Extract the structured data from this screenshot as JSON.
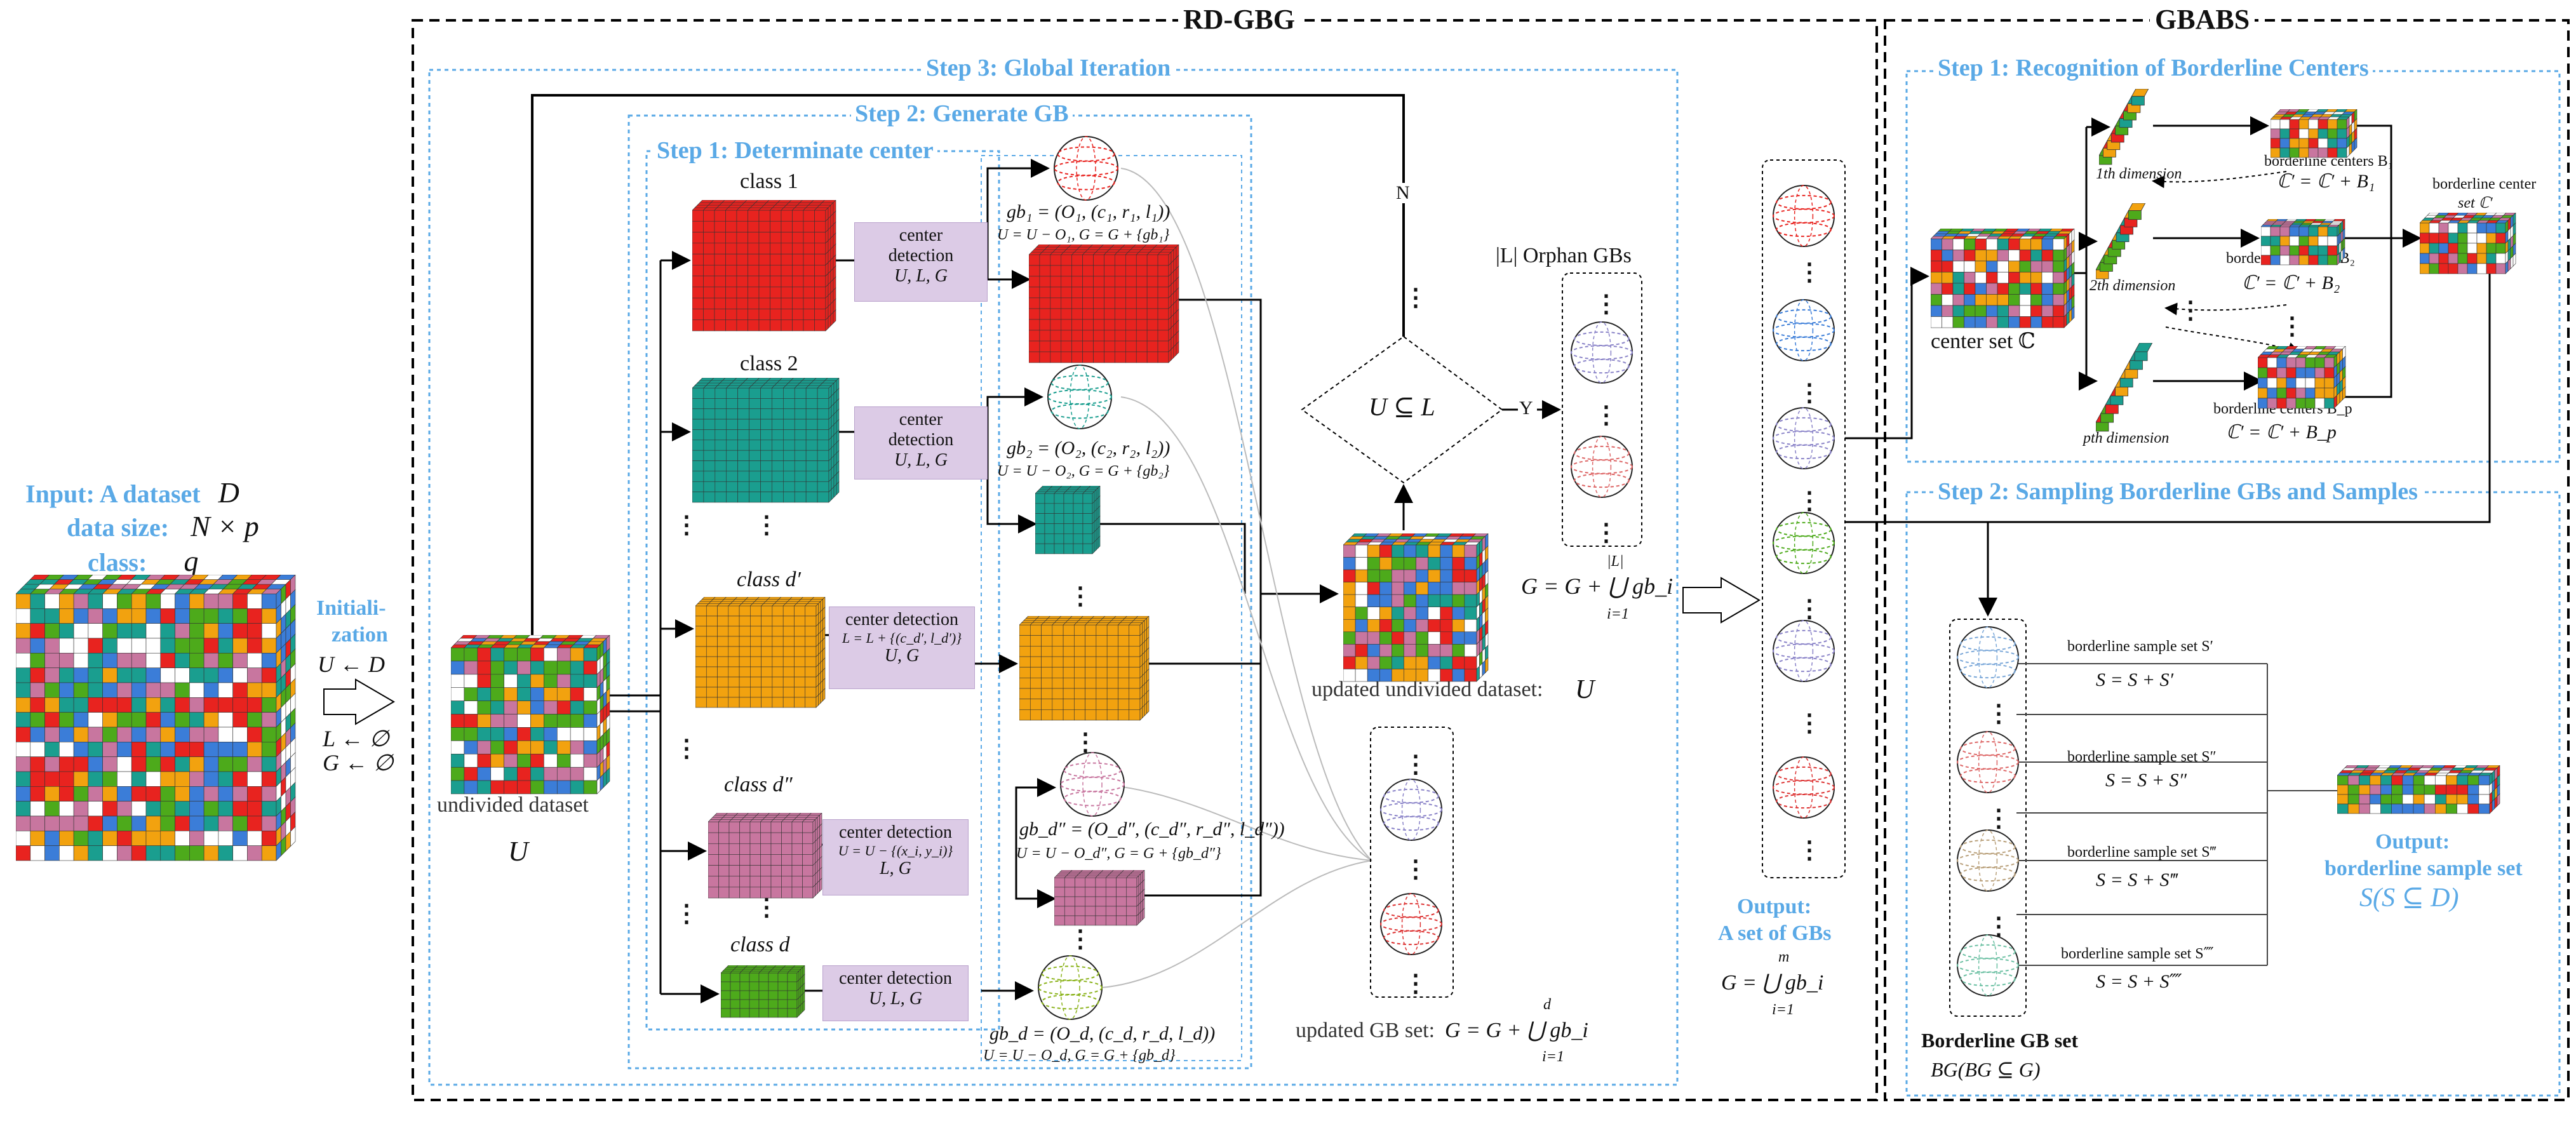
{
  "sections": {
    "rdgbg": "RD-GBG",
    "gbabs": "GBABS"
  },
  "rdgbg": {
    "step3": "Step 3: Global Iteration",
    "step2": "Step 2: Generate GB",
    "step1": "Step 1: Determinate center",
    "input": {
      "title": "Input: A dataset",
      "title_var": "D",
      "size": "data size:",
      "size_var": "N × p",
      "cls": "class:",
      "cls_var": "q"
    },
    "init": {
      "label": "Initiali-",
      "label2": "zation",
      "eq1": "U ← D",
      "eq2": "L ← ∅",
      "eq3": "G ← ∅"
    },
    "undivided": {
      "label": "undivided dataset",
      "var": "U"
    },
    "classes": [
      "class 1",
      "class 2",
      "class d′",
      "class d″",
      "class d"
    ],
    "boxes": [
      {
        "l1": "center",
        "l2": "detection",
        "l3": "U, L, G"
      },
      {
        "l1": "center",
        "l2": "detection",
        "l3": "U, L, G"
      },
      {
        "l1": "center detection",
        "l2": "L = L + {(c_d′, l_d′)}",
        "l3": "U, G"
      },
      {
        "l1": "center detection",
        "l2": "U = U − {(x_i, y_i)}",
        "l3": "L, G"
      },
      {
        "l1": "center detection",
        "l2": "U, L, G",
        "l3": ""
      }
    ],
    "gbs": [
      {
        "e1": "gb₁ = (O₁, (c₁, r₁, l₁))",
        "e2": "U = U − O₁, G = G + {gb₁}"
      },
      {
        "e1": "gb₂ = (O₂, (c₂, r₂, l₂))",
        "e2": "U = U − O₂, G = G + {gb₂}"
      },
      {
        "e1": "gb_d″ = (O_d″, (c_d″, r_d″, l_d″))",
        "e2": "U = U − O_d″, G = G + {gb_d″}"
      },
      {
        "e1": "gb_d = (O_d, (c_d, r_d, l_d))",
        "e2": "U = U − O_d,   G = G + {gb_d}"
      }
    ],
    "decision": {
      "cond": "U ⊆ L",
      "yes": "Y",
      "no": "N"
    },
    "orphan": {
      "label": "|L|  Orphan GBs"
    },
    "g_update": "G = G + ⋃ gb_i",
    "g_update_top": "|L|",
    "g_update_bot": "i=1",
    "updated_undivided": "updated undivided dataset:",
    "updated_undivided_var": "U",
    "updated_gb": "updated GB set:",
    "updated_gb_eq": "G = G + ⋃ gb_i",
    "updated_gb_top": "d",
    "updated_gb_bot": "i=1",
    "dots": "⋮"
  },
  "output": {
    "line1": "Output:",
    "line2": "A set of GBs",
    "eq": "G = ⋃ gb_i",
    "top": "m",
    "bot": "i=1"
  },
  "gbabs": {
    "step1": "Step 1: Recognition of Borderline Centers",
    "step2": "Step 2: Sampling Borderline GBs and Samples",
    "center_set": "center set ℂ",
    "dims": [
      "1th dimension",
      "2th dimension",
      "pth dimension"
    ],
    "bcenters": [
      {
        "l1": "borderline centers B₁",
        "l2": "ℂ′ = ℂ′ + B₁"
      },
      {
        "l1": "borderline centers B₂",
        "l2": "ℂ′ = ℂ′ + B₂"
      },
      {
        "l1": "borderline centers B_p",
        "l2": "ℂ′ = ℂ′ + B_p"
      }
    ],
    "bcenter_set": {
      "l1": "borderline center",
      "l2": "set ℂ′"
    },
    "samples": [
      {
        "l1": "borderline sample set S′",
        "l2": "S = S + S′"
      },
      {
        "l1": "borderline sample set S″",
        "l2": "S = S + S″"
      },
      {
        "l1": "borderline sample set S‴",
        "l2": "S = S + S‴"
      },
      {
        "l1": "borderline sample set S⁗",
        "l2": "S = S + S⁗"
      }
    ],
    "bgset": {
      "l1": "Borderline GB set",
      "l2": "BG(BG ⊆ G)"
    },
    "out": {
      "l1": "Output:",
      "l2": "borderline sample set",
      "l3": "S(S ⊆ D)"
    }
  },
  "colors": {
    "red": "#e8231f",
    "teal": "#1a9e8f",
    "orange": "#f2a20f",
    "pink": "#c8769f",
    "green": "#4daa1b",
    "blue_text": "#5aa9e6",
    "purple_box": "#dccbe6"
  }
}
